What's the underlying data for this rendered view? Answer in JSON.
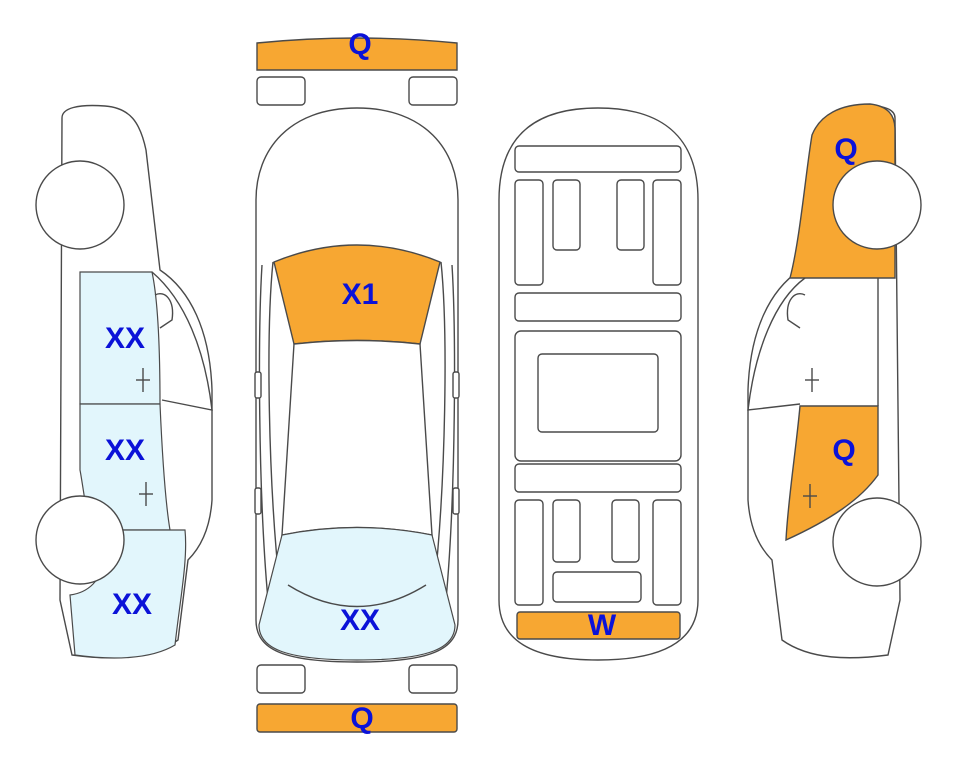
{
  "colors": {
    "orange": "#F7A732",
    "light_blue": "#E2F6FC",
    "label": "#0B12D8",
    "outline": "#4A4A4A"
  },
  "labels": {
    "front_bumper": "Q",
    "rear_bumper": "Q",
    "windshield": "X1",
    "rear_window": "XX",
    "trunk_trim": "W",
    "left_front_door": "XX",
    "left_rear_door": "XX",
    "left_rear_quarter": "XX",
    "right_front_fender": "Q",
    "right_rear_door": "Q"
  }
}
